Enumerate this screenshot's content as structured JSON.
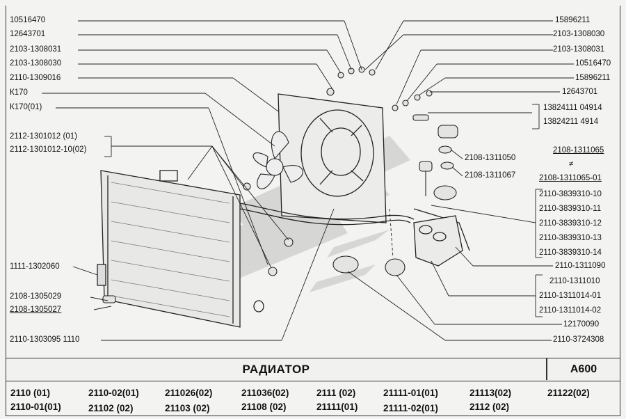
{
  "title": "РАДИАТОР",
  "code": "А600",
  "labels_left": [
    "10516470",
    "12643701",
    "2103-1308031",
    "2103-1308030",
    "2110-1309016",
    "К170",
    "К170(01)",
    "2112-1301012     (01)",
    "2112-1301012-10(02)",
    "1111-1302060",
    "2108-1305029",
    "2108-1305027",
    "2110-1303095  1110"
  ],
  "labels_right": [
    "15896211",
    "2103-1308030",
    "2103-1308031",
    "10516470",
    "15896211",
    "12643701",
    "13824111  04914",
    "13824211    4914",
    "2108-1311065",
    "≠",
    "2108-1311065-01",
    "2110-3839310-10",
    "2110-3839310-11",
    "2110-3839310-12",
    "2110-3839310-13",
    "2110-3839310-14",
    "2110-1311090",
    "2110-1311010",
    "2110-1311014-01",
    "2110-1311014-02",
    "12170090",
    "2110-3724308"
  ],
  "labels_mid": [
    "2108-1311050",
    "2108-1311067"
  ],
  "models_row1": [
    "2110      (01)",
    "2110-02(01)",
    "211026(02)",
    "211036(02)",
    "2111  (02)",
    "21111-01(01)",
    "21113(02)",
    "21122(02)"
  ],
  "models_row2": [
    "2110-01(01)",
    "21102    (02)",
    "21103  (02)",
    "21108  (02)",
    "21111(01)",
    "21111-02(01)",
    "2112  (02)"
  ]
}
